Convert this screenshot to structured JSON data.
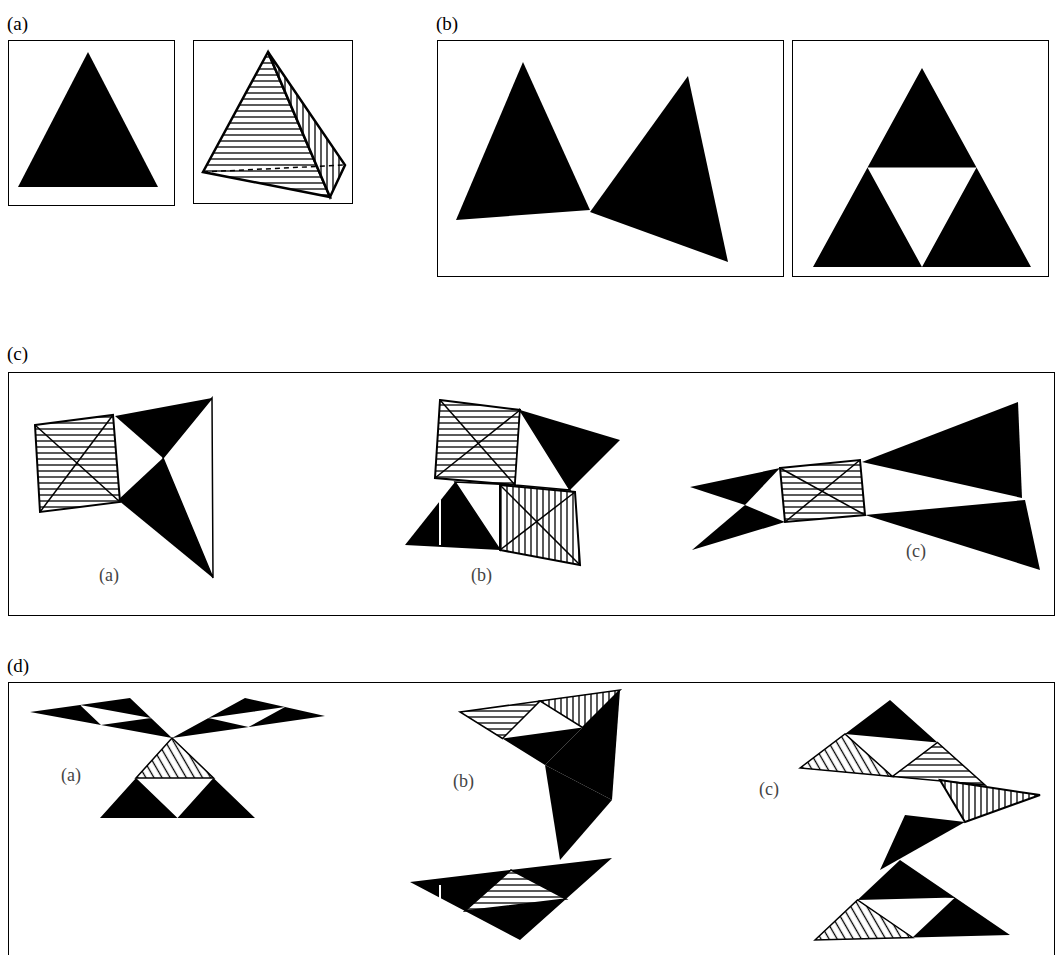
{
  "diagram": {
    "labels": [
      "(a)",
      "(b)",
      "(c)",
      "(a)",
      "(b)",
      "(c)",
      "(d)",
      "(a)",
      "(b)",
      "(c)"
    ]
  }
}
